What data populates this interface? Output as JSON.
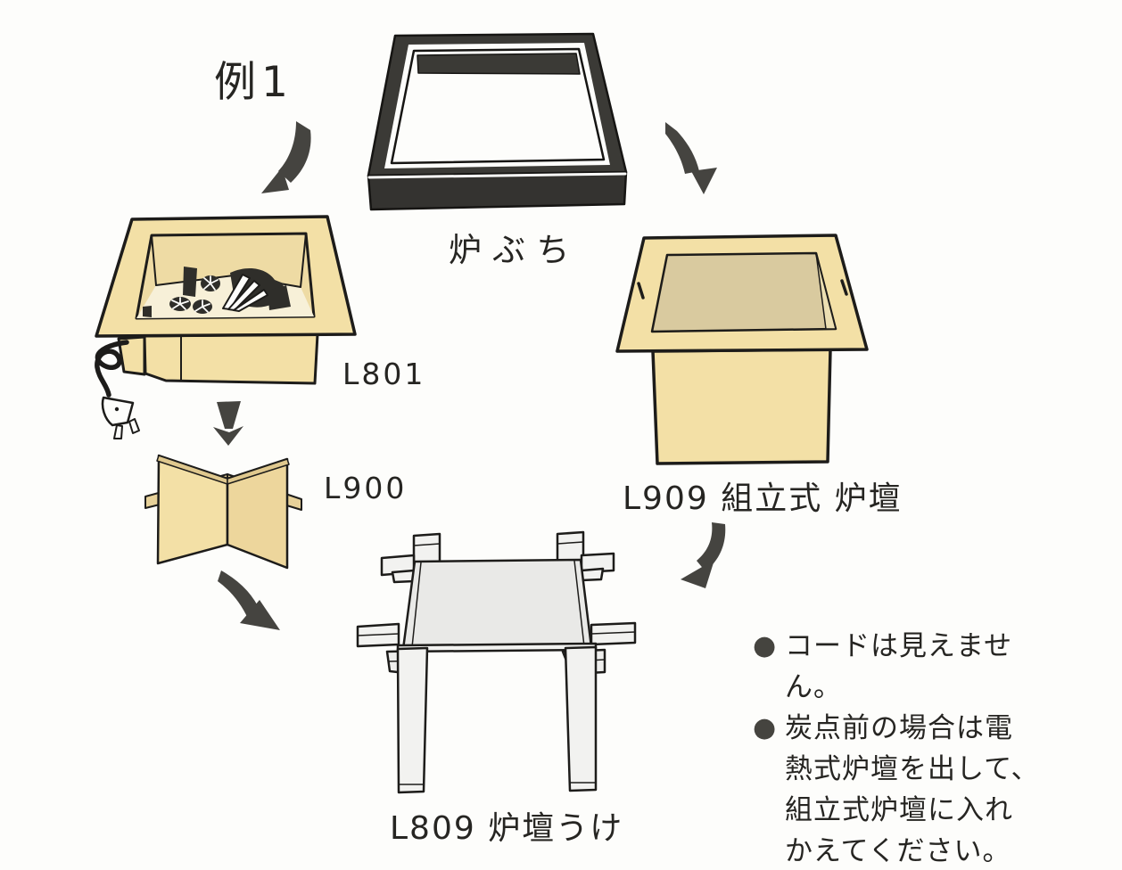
{
  "example": {
    "label": "例1"
  },
  "parts": {
    "robuchi": {
      "label": "炉ぶち"
    },
    "l801": {
      "label": "L801"
    },
    "l900": {
      "label": "L900"
    },
    "l909": {
      "label": "L909 組立式 炉壇"
    },
    "l809": {
      "label": "L809 炉壇うけ"
    }
  },
  "notes": {
    "bullet": "●",
    "note1": "コードは見えません。",
    "note2_line1": "炭点前の場合は電",
    "note2_line2": "熱式炉壇を出して、",
    "note2_line3": "組立式炉壇に入れ",
    "note2_line4": "かえてください。"
  },
  "colors": {
    "paper": "#fdfdfb",
    "tan": "#f3e0a6",
    "tan_shade": "#edd69c",
    "tan_interior_dark": "#d9ca9f",
    "cream_floor": "#f7f0d8",
    "frame_dark": "#3b3a36",
    "frame_front": "#343330",
    "panel_light": "#f2f2f0",
    "panel_back": "#e9e9e7",
    "ink_outline": "#1d1c1a",
    "arrow": "#454440",
    "text": "#262522"
  }
}
